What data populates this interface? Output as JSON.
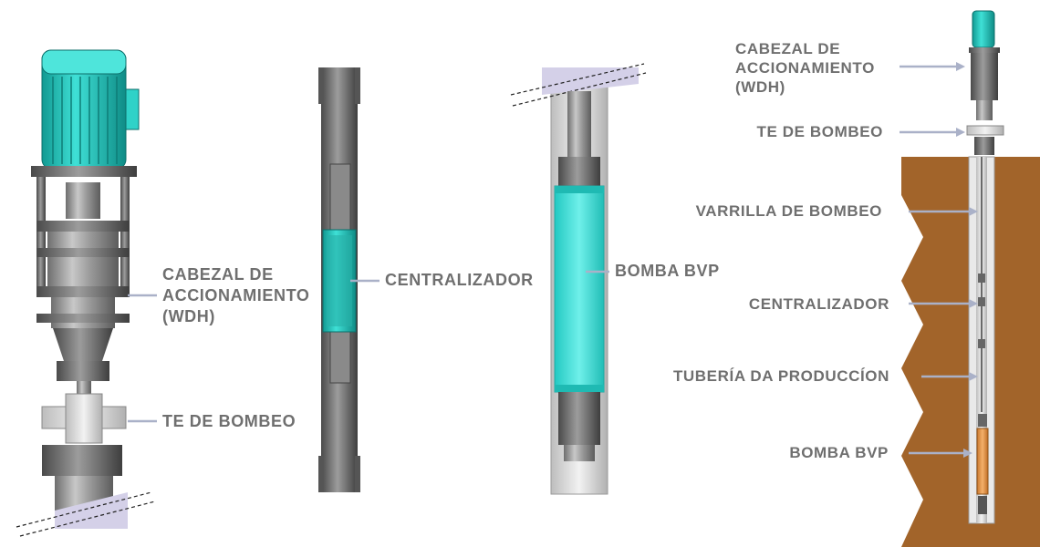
{
  "labels": {
    "wdh_left": "CABEZAL DE\nACCIONAMIENTO\n(WDH)",
    "te_left": "TE DE BOMBEO",
    "centralizador_mid": "CENTRALIZADOR",
    "bomba_mid": "BOMBA BVP",
    "wdh_right": "CABEZAL DE\nACCIONAMIENTO\n(WDH)",
    "te_right": "TE DE BOMBEO",
    "varrilla_right": "VARRILLA DE BOMBEO",
    "centralizador_right": "CENTRALIZADOR",
    "tuberia_right": "TUBERÍA DA PRODUCCÍON",
    "bomba_right": "BOMBA BVP"
  },
  "colors": {
    "label_text": "#6f6f6f",
    "motor_teal": "#2fd2c8",
    "pump_cyan": "#3fe3de",
    "ground_brown": "#a2642a",
    "pump_orange": "#e2944b",
    "steel": "#8a8a8a",
    "pointer": "#aab1c8",
    "hatch": "#d4d0e8"
  }
}
